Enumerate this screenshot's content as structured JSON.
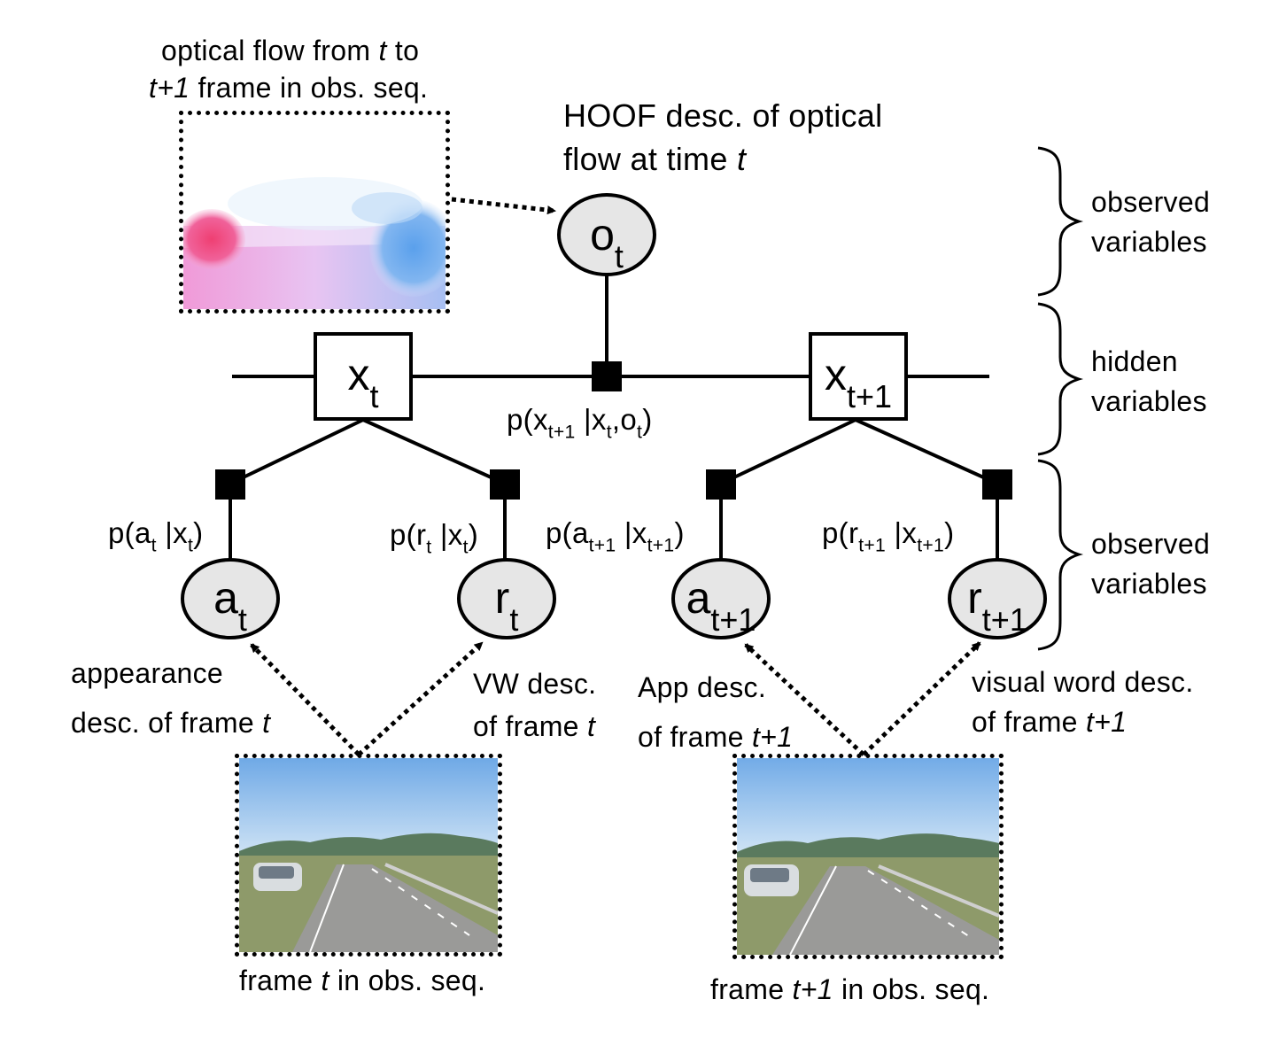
{
  "nodes": {
    "o_t": {
      "main": "o",
      "sub": "t"
    },
    "x_t": {
      "main": "x",
      "sub": "t"
    },
    "x_t1": {
      "main": "x",
      "sub": "t+1"
    },
    "a_t": {
      "main": "a",
      "sub": "t"
    },
    "r_t": {
      "main": "r",
      "sub": "t"
    },
    "a_t1": {
      "main": "a",
      "sub": "t+1"
    },
    "r_t1": {
      "main": "r",
      "sub": "t+1"
    }
  },
  "factors": {
    "transition": {
      "p": "p(x",
      "s1": "t+1",
      "mid": " |x",
      "s2": "t",
      "mid2": ",o",
      "s3": "t",
      "end": ")"
    },
    "a_t": {
      "p": "p(a",
      "s1": "t",
      "mid": " |x",
      "s2": "t",
      "end": ")"
    },
    "r_t": {
      "p": "p(r",
      "s1": "t",
      "mid": " |x",
      "s2": "t",
      "end": ")"
    },
    "a_t1": {
      "p": "p(a",
      "s1": "t+1",
      "mid": " |x",
      "s2": "t+1",
      "end": ")"
    },
    "r_t1": {
      "p": "p(r",
      "s1": "t+1",
      "mid": " |x",
      "s2": "t+1",
      "end": ")"
    }
  },
  "labels": {
    "optical_flow": {
      "l1a": "optical flow from ",
      "l1i": "t",
      "l1b": " to",
      "l2i": "t+1",
      "l2b": " frame in obs. seq."
    },
    "hoof": {
      "l1": "HOOF desc. of optical",
      "l2a": "flow at time ",
      "l2i": "t"
    },
    "appearance": {
      "l1": "appearance",
      "l2a": "desc. of frame ",
      "l2i": "t"
    },
    "vw": {
      "l1": "VW desc.",
      "l2a": "of frame ",
      "l2i": "t"
    },
    "app": {
      "l1": "App desc.",
      "l2a": "of frame ",
      "l2i": "t+1"
    },
    "visual_word": {
      "l1": "visual word desc.",
      "l2a": "of frame ",
      "l2i": "t+1"
    },
    "frame_t": {
      "a": "frame ",
      "i": "t",
      "b": " in obs. seq."
    },
    "frame_t1": {
      "a": "frame ",
      "i": "t+1",
      "b": " in obs. seq."
    }
  },
  "groups": {
    "observed_top": {
      "l1": "observed",
      "l2": "variables"
    },
    "hidden": {
      "l1": "hidden",
      "l2": "variables"
    },
    "observed_bottom": {
      "l1": "observed",
      "l2": "variables"
    }
  },
  "colors": {
    "node_fill": "#e6e6e6",
    "line": "#000000",
    "sky": "#8fbfe9",
    "road": "#9a9a98"
  },
  "icons": [
    "optical-flow-image",
    "road-frame-image"
  ]
}
